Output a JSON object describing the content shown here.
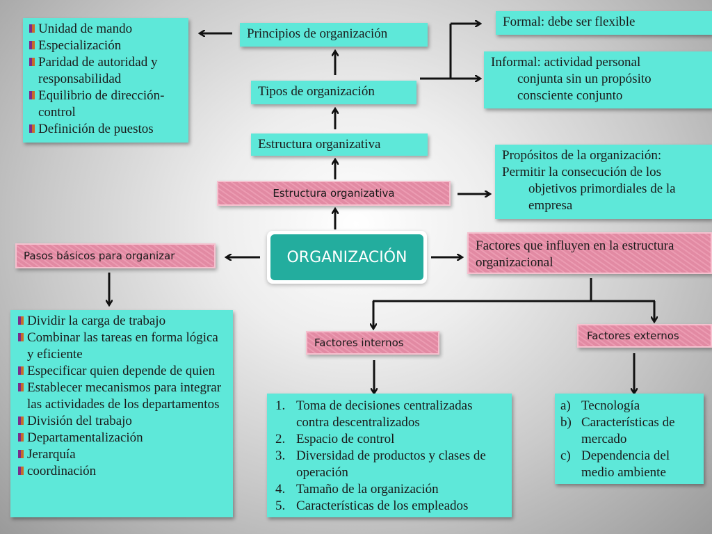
{
  "center": {
    "label": "ORGANIZACIÓN"
  },
  "principios": {
    "label": "Principios de organización",
    "items": [
      "Unidad de mando",
      "Especialización",
      "Paridad de autoridad y responsabilidad",
      "Equilibrio de dirección-control",
      "Definición de puestos"
    ]
  },
  "tipos": {
    "label": "Tipos de organización",
    "formal": "Formal: debe ser flexible",
    "informal_head": "Informal: actividad personal",
    "informal_rest": "conjunta sin un propósito consciente conjunto"
  },
  "estructura": {
    "teal_label": "Estructura organizativa",
    "pink_label": "Estructura organizativa",
    "propositos_head": "Propósitos de la organización:",
    "propositos_line2": "Permitir la consecución de los",
    "propositos_rest": "objetivos primordiales de la empresa"
  },
  "pasos": {
    "label": "Pasos básicos para organizar",
    "items": [
      "Dividir la carga de trabajo",
      "Combinar las tareas en forma lógica y eficiente",
      "Especificar quien depende de quien",
      "Establecer mecanismos para integrar las actividades de los departamentos",
      "División del trabajo",
      "Departamentalización",
      "Jerarquía",
      "coordinación"
    ]
  },
  "factores": {
    "label": "Factores que influyen en la estructura organizacional",
    "internos": {
      "label": "Factores internos",
      "items": [
        {
          "n": "1.",
          "text": "Toma de decisiones centralizadas contra descentralizados"
        },
        {
          "n": "2.",
          "text": "Espacio de control"
        },
        {
          "n": "3.",
          "text": "Diversidad de productos y clases de operación"
        },
        {
          "n": "4.",
          "text": "Tamaño de la organización"
        },
        {
          "n": "5.",
          "text": "Características de los empleados"
        }
      ]
    },
    "externos": {
      "label": "Factores externos",
      "items": [
        {
          "n": "a)",
          "text": "Tecnología"
        },
        {
          "n": "b)",
          "text": "Características de mercado"
        },
        {
          "n": "c)",
          "text": "Dependencia del medio ambiente"
        }
      ]
    }
  },
  "colors": {
    "teal": "#5ee8d9",
    "pink": "#e98ea8",
    "center": "#23ad9e"
  }
}
